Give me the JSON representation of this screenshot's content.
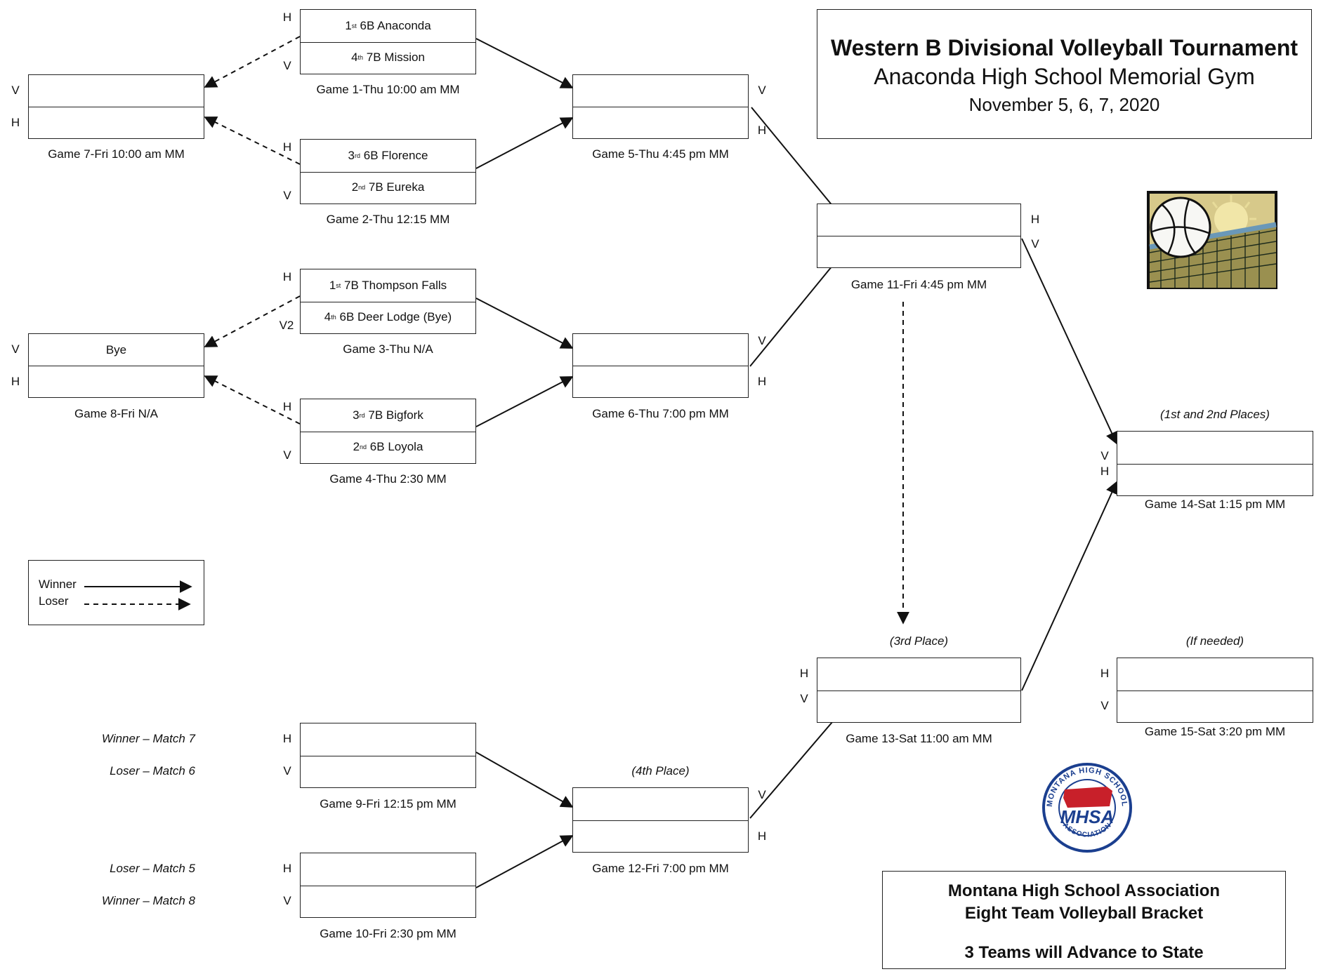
{
  "header": {
    "title": "Western B Divisional Volleyball Tournament",
    "venue": "Anaconda High School Memorial Gym",
    "dates": "November 5, 6, 7, 2020"
  },
  "footer": {
    "line1": "Montana High School Association",
    "line2": "Eight Team Volleyball Bracket",
    "line3": "3 Teams will Advance to State"
  },
  "logo": {
    "top_text": "MONTANA HIGH SCHOOL",
    "middle_text": "MHSA",
    "bottom_text": "ASSOCIATION"
  },
  "legend": {
    "winner": "Winner",
    "loser": "Loser"
  },
  "marks": {
    "home": "H",
    "visitor": "V",
    "visitor2": "V2"
  },
  "games": {
    "g1": {
      "team1_rank": "1",
      "team1_sup": "st",
      "team1_name": "6B Anaconda",
      "team2_rank": "4",
      "team2_sup": "th",
      "team2_name": "7B Mission",
      "caption": "Game 1-Thu 10:00 am MM"
    },
    "g2": {
      "team1_rank": "3",
      "team1_sup": "rd",
      "team1_name": "6B Florence",
      "team2_rank": "2",
      "team2_sup": "nd",
      "team2_name": " 7B Eureka",
      "caption": "Game 2-Thu 12:15 MM"
    },
    "g3": {
      "team1_rank": "1",
      "team1_sup": "st",
      "team1_name": "7B Thompson Falls",
      "team2_rank": "4",
      "team2_sup": "th",
      "team2_name": "6B Deer Lodge (Bye)",
      "caption": "Game 3-Thu N/A"
    },
    "g4": {
      "team1_rank": "3",
      "team1_sup": "rd",
      "team1_name": "7B Bigfork",
      "team2_rank": "2",
      "team2_sup": "nd",
      "team2_name": "6B Loyola",
      "caption": "Game 4-Thu 2:30 MM"
    },
    "g5": {
      "caption": "Game 5-Thu 4:45 pm MM"
    },
    "g6": {
      "caption": "Game 6-Thu 7:00 pm MM"
    },
    "g7": {
      "caption": "Game 7-Fri 10:00 am MM"
    },
    "g8": {
      "team1_name": "Bye",
      "caption": "Game 8-Fri  N/A"
    },
    "g9": {
      "caption": "Game 9-Fri 12:15 pm MM",
      "side_top": "Winner – Match 7",
      "side_bottom": "Loser – Match 6"
    },
    "g10": {
      "caption": "Game 10-Fri 2:30 pm MM",
      "side_top": "Loser – Match 5",
      "side_bottom": "Winner – Match 8"
    },
    "g11": {
      "caption": "Game 11-Fri 4:45 pm MM"
    },
    "g12": {
      "caption": "Game 12-Fri 7:00 pm MM",
      "label": "(4th Place)"
    },
    "g13": {
      "caption": "Game 13-Sat 11:00 am MM",
      "label": "(3rd Place)"
    },
    "g14": {
      "caption": "Game 14-Sat 1:15 pm MM",
      "label": "(1st and 2nd Places)"
    },
    "g15": {
      "caption": "Game 15-Sat 3:20 pm MM",
      "label": "(If needed)"
    }
  }
}
